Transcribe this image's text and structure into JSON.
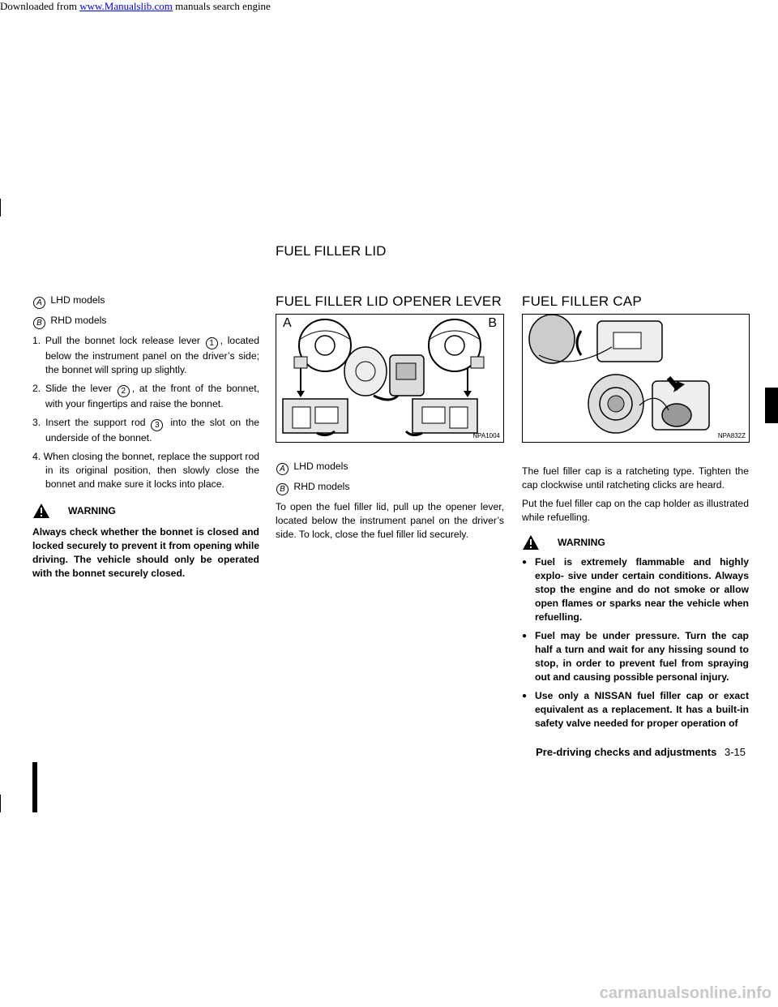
{
  "download_banner": {
    "prefix": "Downloaded from ",
    "link": "www.Manualslib.com",
    "suffix": " manuals search engine"
  },
  "watermark": "carmanualsonline.info",
  "section_header": "FUEL FILLER LID",
  "col1": {
    "model_a": "LHD models",
    "model_b": "RHD models",
    "steps": [
      {
        "num": "1.",
        "pre": "Pull the bonnet lock release lever ",
        "ref": "1",
        "post": ", located below the instrument panel on the driver’s side; the bonnet will spring up slightly."
      },
      {
        "num": "2.",
        "pre": "Slide the lever ",
        "ref": "2",
        "post": ", at the front of the bonnet, with your fingertips and raise the bonnet."
      },
      {
        "num": "3.",
        "pre": "Insert the support rod ",
        "ref": "3",
        "post": " into the slot on the underside of the bonnet."
      },
      {
        "num": "4.",
        "pre": "When closing the bonnet, replace the support rod in its original position, then slowly close the bonnet and make sure it locks into place.",
        "ref": "",
        "post": ""
      }
    ],
    "warning_label": "WARNING",
    "warning_text": "Always check whether the bonnet is closed and locked securely to prevent it from opening while driving. The vehicle should only be operated with the bonnet securely closed."
  },
  "col2": {
    "title": "FUEL FILLER LID OPENER LEVER",
    "fig_code": "NPA1004",
    "fig_label_a": "A",
    "fig_label_b": "B",
    "model_a": "LHD models",
    "model_b": "RHD models",
    "body": "To open the fuel filler lid, pull up the opener lever, located below the instrument panel on the driver’s side. To lock, close the fuel filler lid securely."
  },
  "col3": {
    "title": "FUEL FILLER CAP",
    "fig_code": "NPA832Z",
    "body1": "The fuel filler cap is a ratcheting type. Tighten the cap clockwise until ratcheting clicks are heard.",
    "body2": "Put the fuel filler cap on the cap holder as illustrated while refuelling.",
    "warning_label": "WARNING",
    "bullets": [
      "Fuel is extremely flammable and highly explo- sive under certain conditions. Always stop the engine and do not smoke or allow open flames or sparks near the vehicle when refuelling.",
      "Fuel may be under pressure. Turn the cap half a turn and wait for any hissing sound to stop, in order to prevent fuel from spraying out and causing possible personal injury.",
      "Use only a NISSAN fuel filler cap or exact equivalent as a replacement. It has a built-in safety valve needed for proper operation of"
    ]
  },
  "footer": {
    "chapter": "Pre-driving checks and adjustments",
    "page": "3-15"
  },
  "letters": {
    "a": "A",
    "b": "B"
  }
}
